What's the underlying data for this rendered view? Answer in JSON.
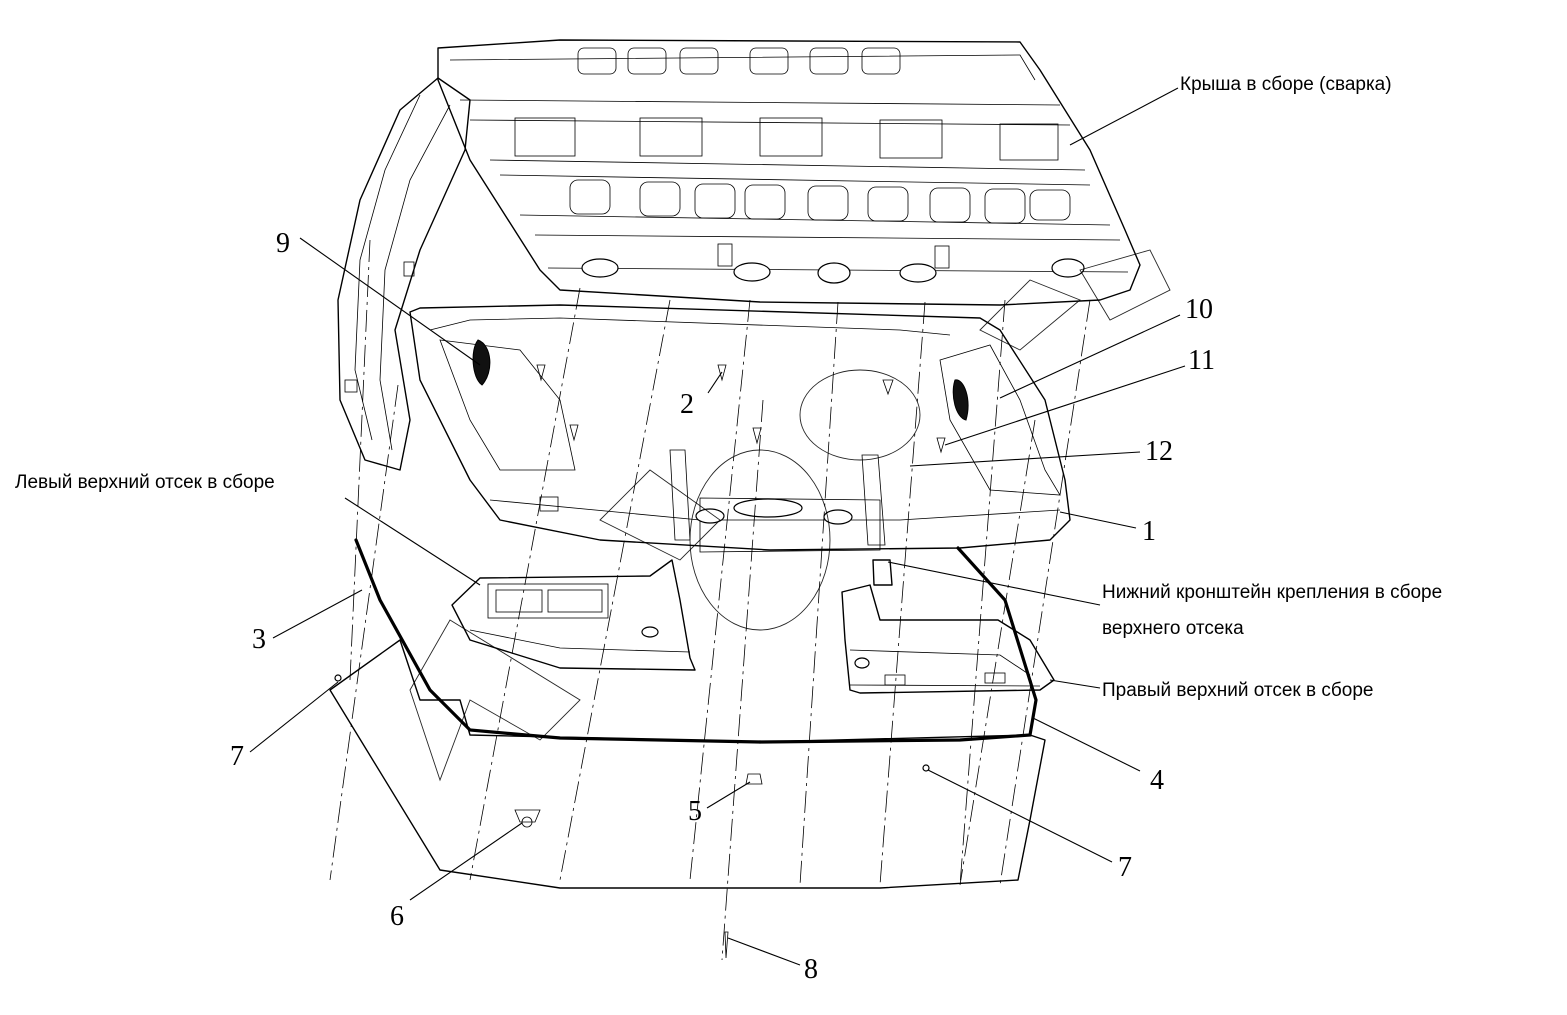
{
  "callouts": {
    "n1": "1",
    "n2": "2",
    "n3": "3",
    "n4": "4",
    "n5": "5",
    "n6": "6",
    "n7a": "7",
    "n7b": "7",
    "n8": "8",
    "n9": "9",
    "n10": "10",
    "n11": "11",
    "n12": "12"
  },
  "labels": {
    "roof": "Крыша в сборе (сварка)",
    "left_compartment": "Левый верхний отсек в сборе",
    "lower_bracket_line1": "Нижний кронштейн крепления в сборе",
    "lower_bracket_line2": "верхнего отсека",
    "right_compartment": "Правый верхний отсек в сборе"
  },
  "colors": {
    "line": "#000000",
    "background": "#ffffff"
  }
}
